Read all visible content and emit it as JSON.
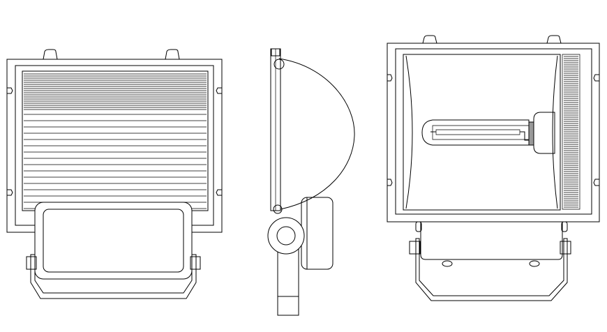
{
  "drawing": {
    "stroke_color": "#000000",
    "background": "#ffffff",
    "views": [
      "front-view-back-louvres",
      "side-view",
      "front-view-lamp"
    ]
  }
}
